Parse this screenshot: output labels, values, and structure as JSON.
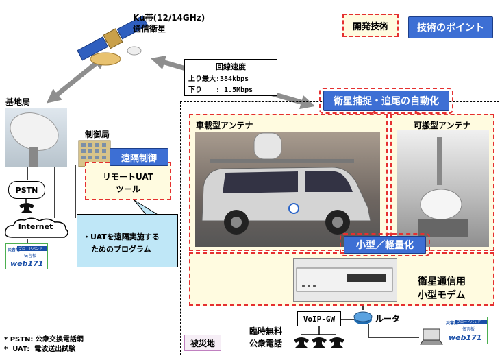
{
  "satellite": {
    "line1": "Ku帯(12/14GHz)",
    "line2": "通信衛星"
  },
  "legend_top": {
    "dev_tech": "開発技術",
    "tech_point": "技術のポイント"
  },
  "line_speed": {
    "title": "回線速度",
    "up": "上り最大:384kbps",
    "down": "下り　　: 1.5Mbps"
  },
  "base_station": {
    "label": "基地局"
  },
  "control_station": {
    "label": "制御局",
    "remote_control": "遠隔制御",
    "tool_line1": "リモートUAT",
    "tool_line2": "ツール"
  },
  "pstn": "PSTN",
  "internet": "Internet",
  "web171": {
    "small1": "災害用",
    "small2": "ブロードバンド",
    "small3": "伝言板",
    "main": "web171"
  },
  "callout": {
    "line1": "・UATを遠隔実施する",
    "line2": "ためのプログラム"
  },
  "auto_track": "衛星捕捉・追尾の自動化",
  "vehicle_antenna": "車載型アンテナ",
  "portable_antenna": "可搬型アンテナ",
  "compact": "小型／軽量化",
  "modem": {
    "line1": "衛星通信用",
    "line2": "小型モデム"
  },
  "voip": "VoIP-GW",
  "router": "ルータ",
  "phones": {
    "line1": "臨時無料",
    "line2": "公衆電話"
  },
  "disaster_area": "被災地",
  "notes": [
    "* PSTN: 公衆交換電話網",
    "*  UAT:  電波送出試験"
  ],
  "colors": {
    "accent_blue": "#3d6fd4",
    "dashed_red": "#e53030",
    "cream": "#fffbe0"
  }
}
